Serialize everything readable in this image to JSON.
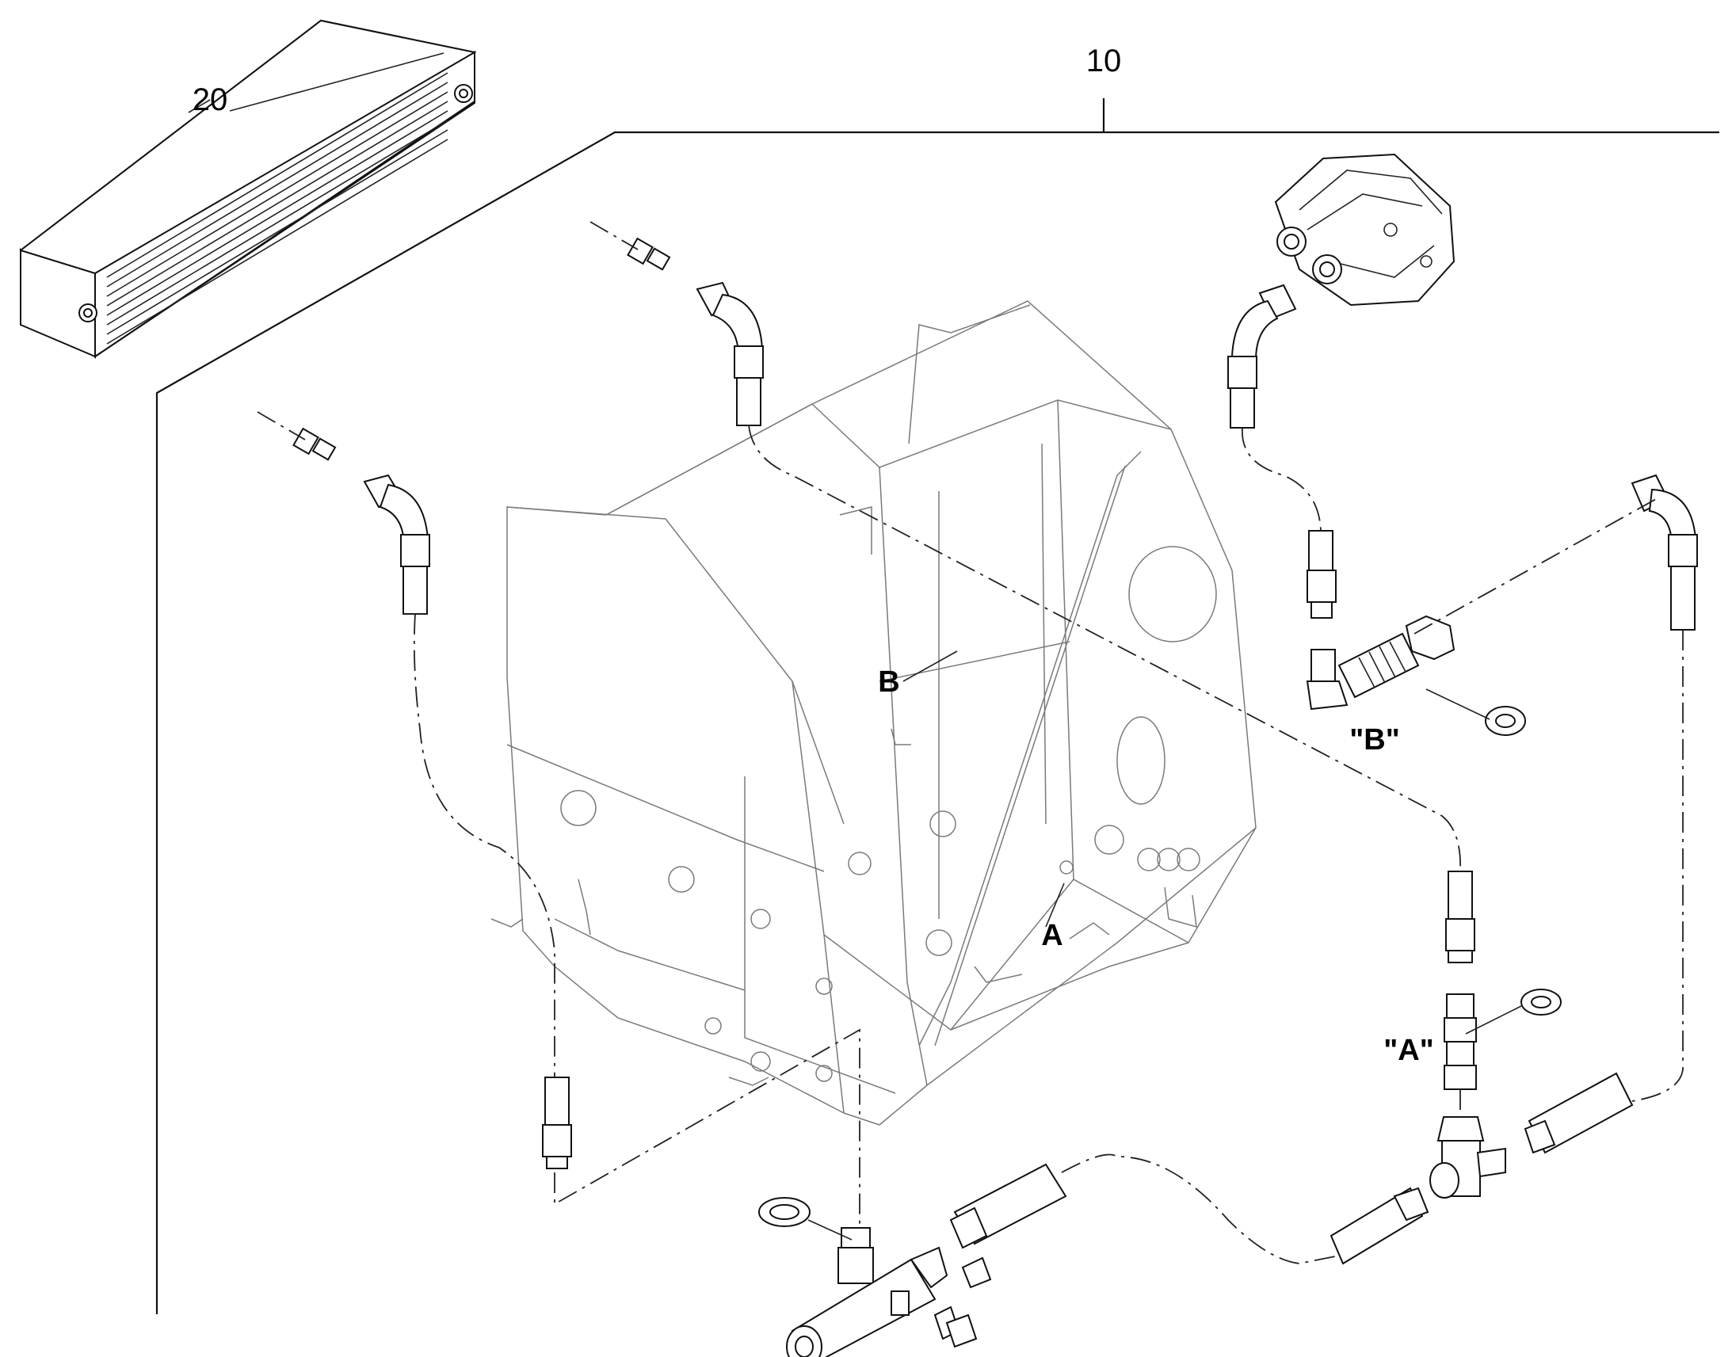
{
  "diagram": {
    "labels": {
      "item_10": "10",
      "item_20": "20",
      "detail_a_ref": "A",
      "detail_b_ref": "B",
      "detail_a_callout": "\"A\"",
      "detail_b_callout": "\"B\""
    },
    "colors": {
      "line": "#111111",
      "frame_line": "#7a7a7a",
      "background": "#ffffff"
    }
  }
}
